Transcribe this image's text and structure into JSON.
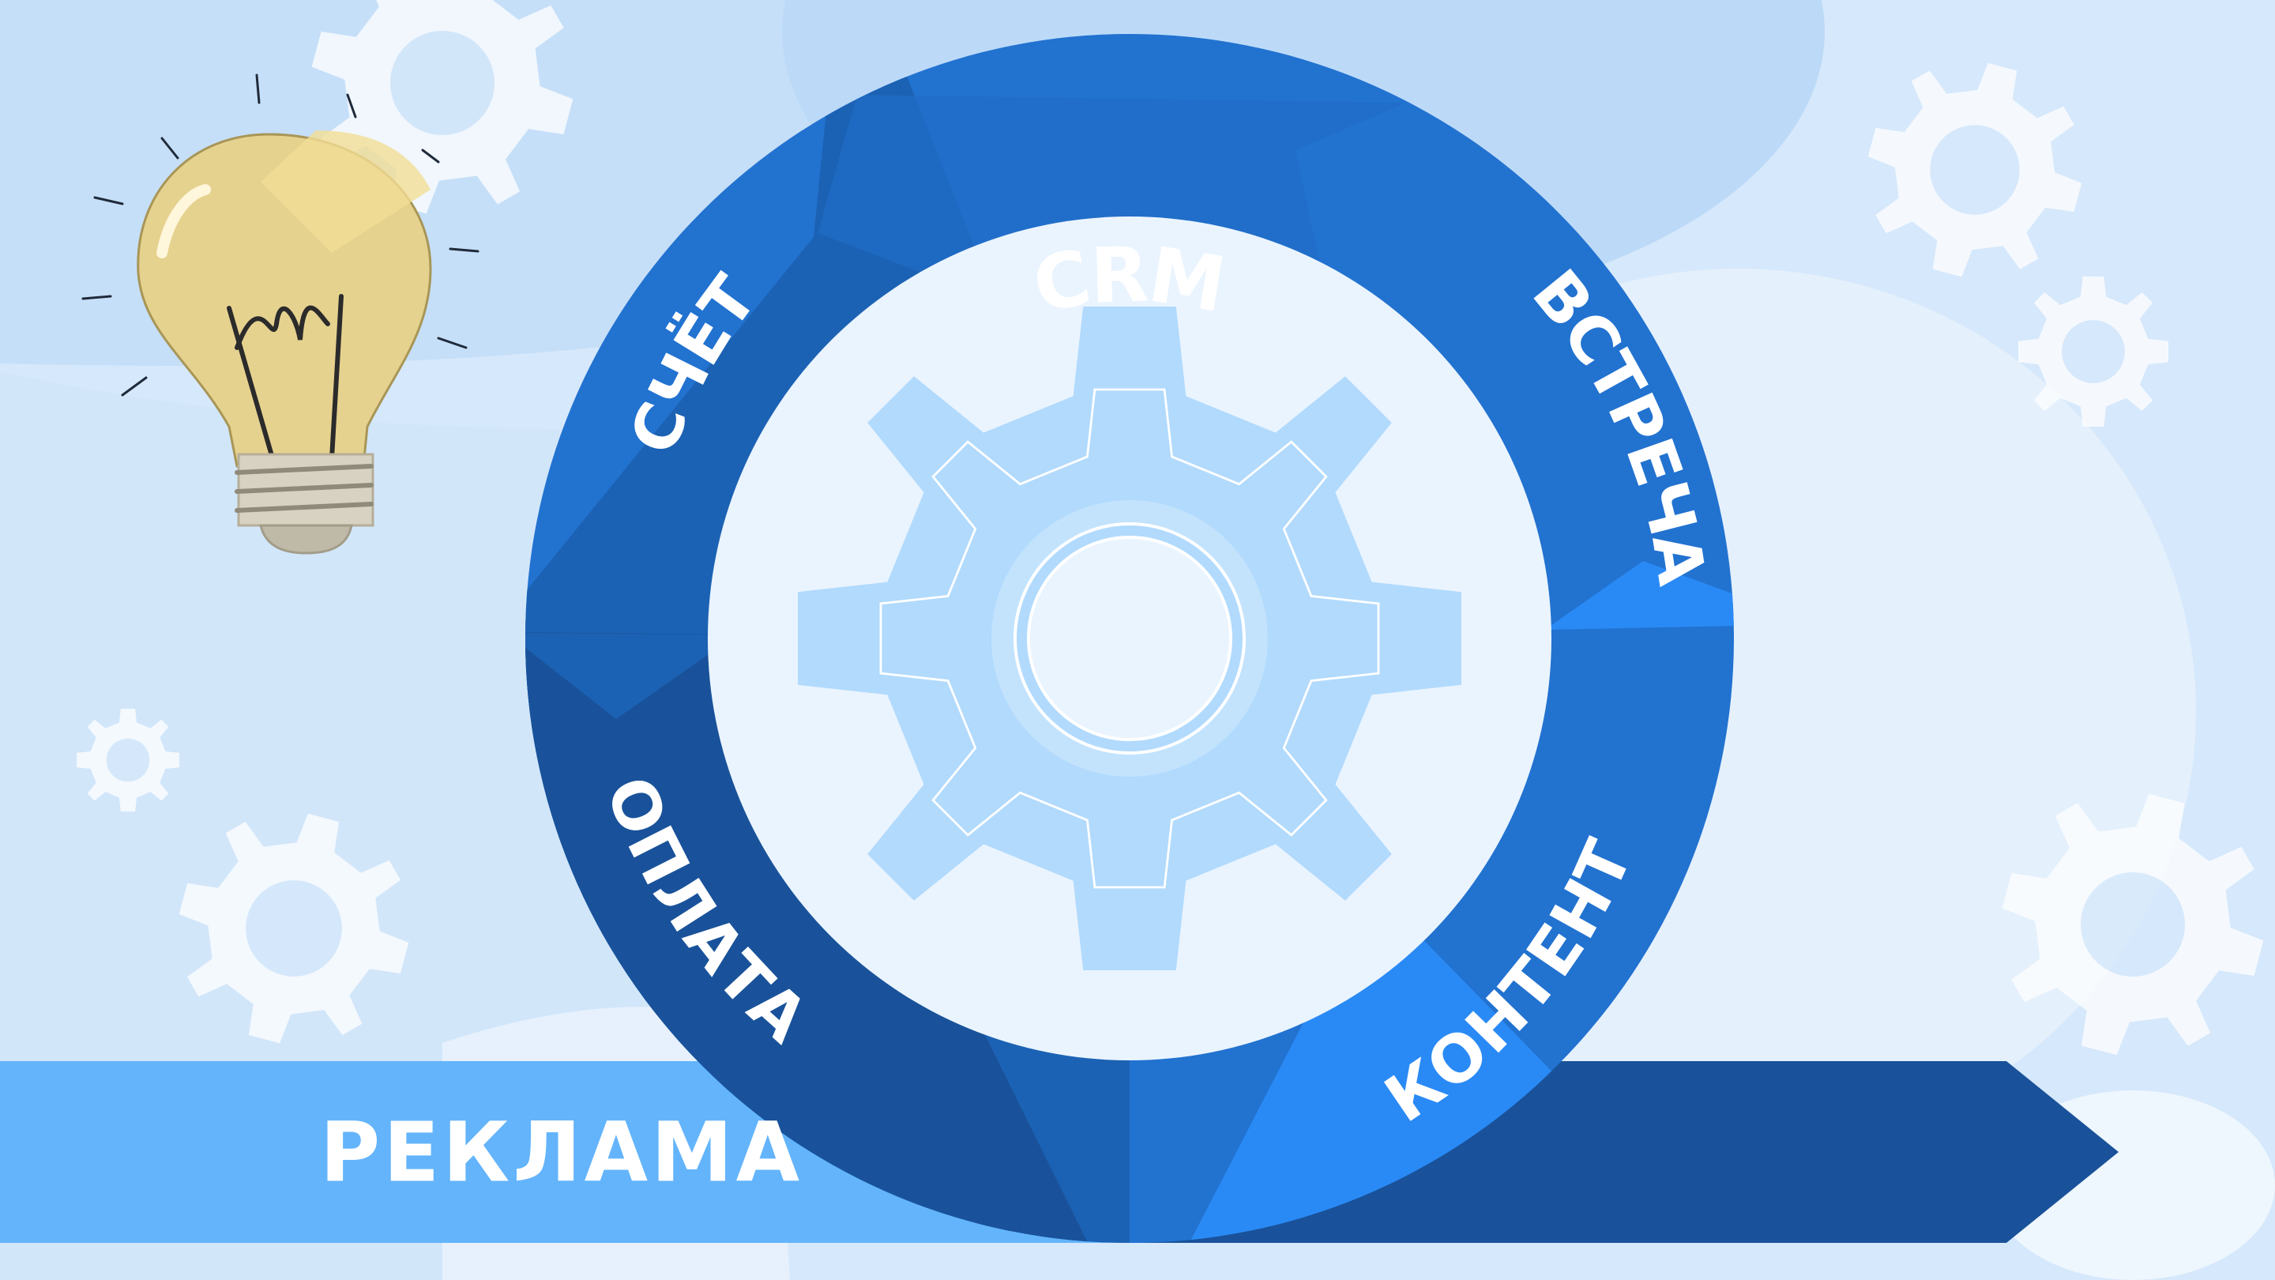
{
  "diagram": {
    "center": "CRM",
    "cycle_steps": [
      "ВСТРЕЧА",
      "КОНТЕНТ",
      "ОПЛАТА",
      "СЧЁТ"
    ],
    "entry_banner": "РЕКЛАМА"
  },
  "icons": {
    "center": "gear-icon",
    "corner": "lightbulb-icon",
    "background": "gear-icon"
  },
  "colors": {
    "background": "#d6e8fb",
    "ring_top": "#2272d0",
    "ring_right": "#2a8af5",
    "ring_left": "#1c62b4",
    "ring_bottom_left": "#19529a",
    "inner_circle": "#eaf4fe",
    "center_gear": "#b1dafd",
    "banner_light": "#63b4fb",
    "banner_dark": "#19529a",
    "text": "#ffffff"
  }
}
